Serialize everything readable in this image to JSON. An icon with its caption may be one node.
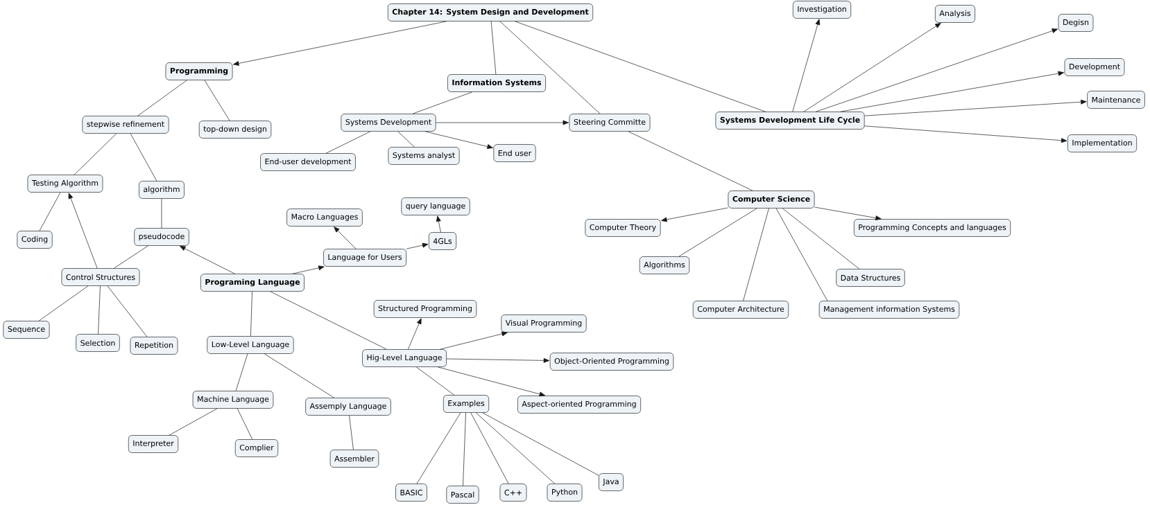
{
  "diagram": {
    "nodes": [
      {
        "text": [
          "Chapter 14: System Design and Development"
        ]
      },
      {
        "text": [
          "Programming"
        ]
      },
      {
        "text": [
          "Information Systems"
        ]
      },
      {
        "text": [
          "Steering Committe"
        ]
      },
      {
        "text": [
          "Systems Development Life Cycle"
        ]
      },
      {
        "text": [
          "Investigation"
        ]
      },
      {
        "text": [
          "Analysis"
        ]
      },
      {
        "text": [
          "Degisn"
        ]
      },
      {
        "text": [
          "Development"
        ]
      },
      {
        "text": [
          "Maintenance"
        ]
      },
      {
        "text": [
          "Implementation"
        ]
      },
      {
        "text": [
          "stepwise refinement"
        ]
      },
      {
        "text": [
          "top-down design"
        ]
      },
      {
        "text": [
          "Systems Development"
        ]
      },
      {
        "text": [
          "End-user development"
        ]
      },
      {
        "text": [
          "Systems analyst"
        ]
      },
      {
        "text": [
          "End user"
        ]
      },
      {
        "text": [
          "Testing Algorithm"
        ]
      },
      {
        "text": [
          "algorithm"
        ]
      },
      {
        "text": [
          "Coding"
        ]
      },
      {
        "text": [
          "pseudocode"
        ]
      },
      {
        "text": [
          "Control Structures"
        ]
      },
      {
        "text": [
          "Programing Language"
        ]
      },
      {
        "text": [
          "Macro Languages"
        ]
      },
      {
        "text": [
          "Language for Users"
        ]
      },
      {
        "text": [
          "query language"
        ]
      },
      {
        "text": [
          "4GLs"
        ]
      },
      {
        "text": [
          "Computer Science"
        ]
      },
      {
        "text": [
          "Computer Theory"
        ]
      },
      {
        "text": [
          "Programming Concepts and languages"
        ]
      },
      {
        "text": [
          "Algorithms"
        ]
      },
      {
        "text": [
          "Data Structures"
        ]
      },
      {
        "text": [
          "Computer Architecture"
        ]
      },
      {
        "text": [
          "Management information Systems"
        ]
      },
      {
        "text": [
          "Sequence"
        ]
      },
      {
        "text": [
          "Selection"
        ]
      },
      {
        "text": [
          "Repetition"
        ]
      },
      {
        "text": [
          "Structured Programming"
        ]
      },
      {
        "text": [
          "Visual Programming"
        ]
      },
      {
        "text": [
          "Low-Level Language"
        ]
      },
      {
        "text": [
          "Hig-Level Language"
        ]
      },
      {
        "text": [
          "Object-Oriented Programming"
        ]
      },
      {
        "text": [
          "Machine Language"
        ]
      },
      {
        "text": [
          "Assemply Language"
        ]
      },
      {
        "text": [
          "Examples"
        ]
      },
      {
        "text": [
          "Aspect-oriented Programming"
        ]
      },
      {
        "text": [
          "Interpreter"
        ]
      },
      {
        "text": [
          "Complier"
        ]
      },
      {
        "text": [
          "Assembler"
        ]
      },
      {
        "text": [
          "BASIC"
        ]
      },
      {
        "text": [
          "Pascal"
        ]
      },
      {
        "text": [
          "C++"
        ]
      },
      {
        "text": [
          "Python"
        ]
      },
      {
        "text": [
          "Java"
        ]
      }
    ],
    "edges": [
      {
        "from": 0,
        "to": 1,
        "arrow": "to"
      },
      {
        "from": 0,
        "to": 2,
        "arrow": "none"
      },
      {
        "from": 0,
        "to": 3,
        "arrow": "none"
      },
      {
        "from": 0,
        "to": 4,
        "arrow": "none"
      },
      {
        "from": 3,
        "to": 27,
        "arrow": "none"
      },
      {
        "from": 4,
        "to": 5,
        "arrow": "to"
      },
      {
        "from": 4,
        "to": 6,
        "arrow": "to"
      },
      {
        "from": 4,
        "to": 7,
        "arrow": "to"
      },
      {
        "from": 4,
        "to": 8,
        "arrow": "to"
      },
      {
        "from": 4,
        "to": 9,
        "arrow": "to"
      },
      {
        "from": 4,
        "to": 10,
        "arrow": "to"
      },
      {
        "from": 1,
        "to": 11,
        "arrow": "none"
      },
      {
        "from": 1,
        "to": 12,
        "arrow": "none"
      },
      {
        "from": 2,
        "to": 13,
        "arrow": "none"
      },
      {
        "from": 13,
        "to": 3,
        "arrow": "to"
      },
      {
        "from": 13,
        "to": 14,
        "arrow": "none"
      },
      {
        "from": 13,
        "to": 15,
        "arrow": "none"
      },
      {
        "from": 13,
        "to": 16,
        "arrow": "to"
      },
      {
        "from": 11,
        "to": 17,
        "arrow": "none"
      },
      {
        "from": 11,
        "to": 18,
        "arrow": "none"
      },
      {
        "from": 17,
        "to": 19,
        "arrow": "none"
      },
      {
        "from": 21,
        "to": 17,
        "arrow": "to"
      },
      {
        "from": 18,
        "to": 20,
        "arrow": "none"
      },
      {
        "from": 20,
        "to": 21,
        "arrow": "none"
      },
      {
        "from": 22,
        "to": 20,
        "arrow": "to"
      },
      {
        "from": 21,
        "to": 34,
        "arrow": "none"
      },
      {
        "from": 21,
        "to": 35,
        "arrow": "none"
      },
      {
        "from": 21,
        "to": 36,
        "arrow": "none"
      },
      {
        "from": 22,
        "to": 24,
        "arrow": "to"
      },
      {
        "from": 24,
        "to": 23,
        "arrow": "to"
      },
      {
        "from": 24,
        "to": 26,
        "arrow": "to"
      },
      {
        "from": 26,
        "to": 25,
        "arrow": "to"
      },
      {
        "from": 22,
        "to": 39,
        "arrow": "none"
      },
      {
        "from": 22,
        "to": 40,
        "arrow": "none"
      },
      {
        "from": 39,
        "to": 42,
        "arrow": "none"
      },
      {
        "from": 39,
        "to": 43,
        "arrow": "none"
      },
      {
        "from": 42,
        "to": 46,
        "arrow": "none"
      },
      {
        "from": 42,
        "to": 47,
        "arrow": "none"
      },
      {
        "from": 43,
        "to": 48,
        "arrow": "none"
      },
      {
        "from": 40,
        "to": 37,
        "arrow": "to"
      },
      {
        "from": 40,
        "to": 38,
        "arrow": "to"
      },
      {
        "from": 40,
        "to": 41,
        "arrow": "to"
      },
      {
        "from": 40,
        "to": 45,
        "arrow": "to"
      },
      {
        "from": 40,
        "to": 44,
        "arrow": "none"
      },
      {
        "from": 44,
        "to": 49,
        "arrow": "none"
      },
      {
        "from": 44,
        "to": 50,
        "arrow": "none"
      },
      {
        "from": 44,
        "to": 51,
        "arrow": "none"
      },
      {
        "from": 44,
        "to": 52,
        "arrow": "none"
      },
      {
        "from": 44,
        "to": 53,
        "arrow": "none"
      },
      {
        "from": 27,
        "to": 28,
        "arrow": "to"
      },
      {
        "from": 27,
        "to": 29,
        "arrow": "to"
      },
      {
        "from": 27,
        "to": 30,
        "arrow": "none"
      },
      {
        "from": 27,
        "to": 31,
        "arrow": "none"
      },
      {
        "from": 27,
        "to": 32,
        "arrow": "none"
      },
      {
        "from": 27,
        "to": 33,
        "arrow": "none"
      }
    ]
  }
}
